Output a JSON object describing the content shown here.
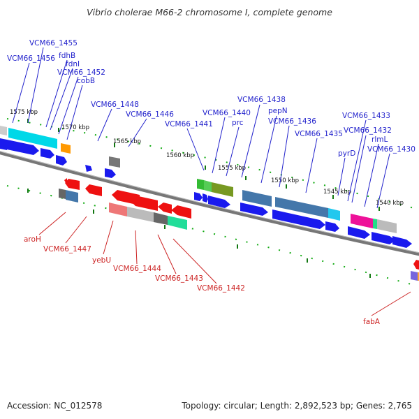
{
  "title": "Vibrio cholerae M66-2 chromosome I, complete genome",
  "footer": {
    "accession": "Accession: NC_012578",
    "summary": "Topology: circular; Length: 2,892,523 bp; Genes: 2,765"
  },
  "ticks": [
    "1575 kbp",
    "1570 kbp",
    "1565 kbp",
    "1560 kbp",
    "1555 kbp",
    "1550 kbp",
    "1545 kbp",
    "1540 kbp"
  ],
  "labels_top": [
    "VCM66_1455",
    "VCM66_1456",
    "fdhB",
    "fdnI",
    "VCM66_1452",
    "cobB",
    "VCM66_1448",
    "VCM66_1446",
    "VCM66_1441",
    "VCM66_1440",
    "prc",
    "VCM66_1438",
    "pepN",
    "VCM66_1436",
    "VCM66_1435",
    "pyrD",
    "VCM66_1433",
    "VCM66_1432",
    "rlmL",
    "VCM66_1430"
  ],
  "labels_bottom": [
    "aroH",
    "VCM66_1447",
    "yebU",
    "VCM66_1444",
    "VCM66_1443",
    "VCM66_1442",
    "fabA"
  ],
  "colors": {
    "label_top": "#2222cc",
    "label_bottom": "#cc2222",
    "forward_gene": "#1a1aee",
    "reverse_gene": "#ee1111",
    "backbone": "#777777",
    "tick": "#11aa11"
  }
}
